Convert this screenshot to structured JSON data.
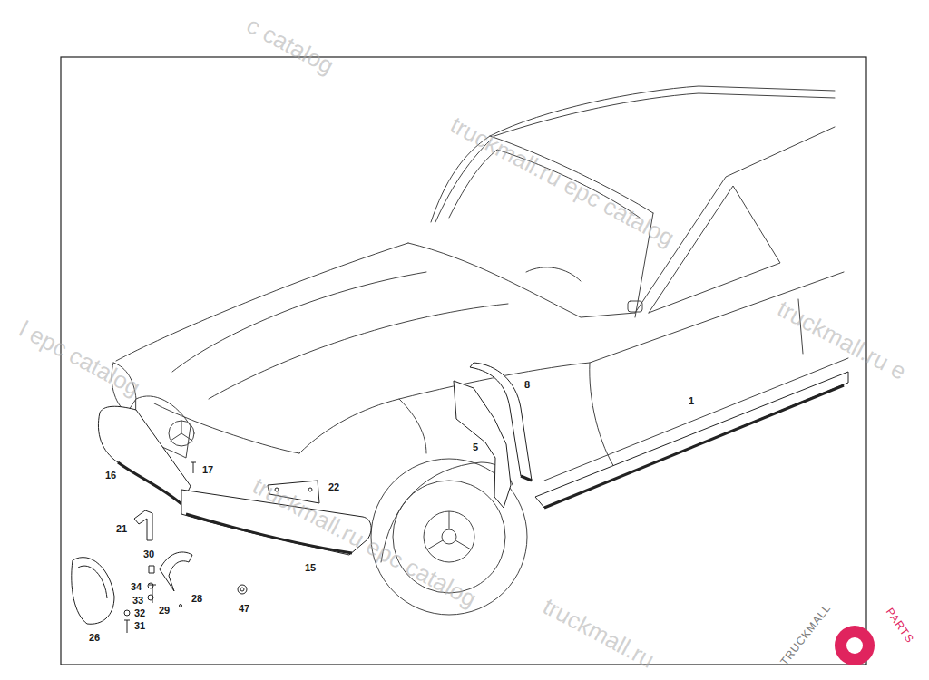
{
  "diagram": {
    "labels": [
      "8",
      "1",
      "5",
      "16",
      "17",
      "22",
      "21",
      "15",
      "30",
      "34",
      "33",
      "32",
      "31",
      "26",
      "29",
      "28",
      "47",
      "c catalog",
      "truckmall.ru epc catalog",
      "l epc catalog",
      "truckmall.ru epc catalog",
      "truckmall.ru e",
      "truckmall.ru",
      "TRUCKMALL",
      "PARTS"
    ]
  }
}
